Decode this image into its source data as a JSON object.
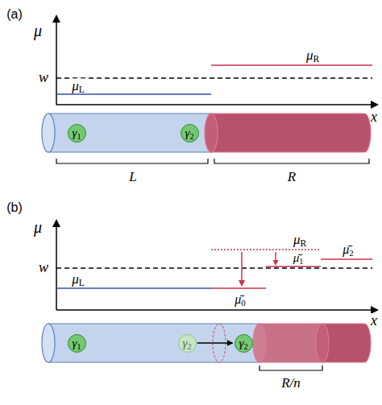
{
  "diagram": {
    "nodes": [
      {
        "text": [
          "γ1"
        ]
      },
      {
        "text": [
          "γ2"
        ]
      },
      {
        "text": [
          "γ1"
        ]
      },
      {
        "text": [
          "γ2"
        ]
      },
      {
        "text": [
          "γ2"
        ]
      }
    ],
    "edges": [
      {
        "from": 3,
        "to": 4,
        "arrow": "to"
      }
    ],
    "labels": [
      "(a)",
      "μ",
      "w",
      "μL",
      "μR",
      "x",
      "L",
      "R",
      "(b)",
      "μ",
      "w",
      "μL",
      "μR",
      "μ̄0",
      "μ̄1",
      "μ̄2",
      "x",
      "R/n"
    ]
  }
}
